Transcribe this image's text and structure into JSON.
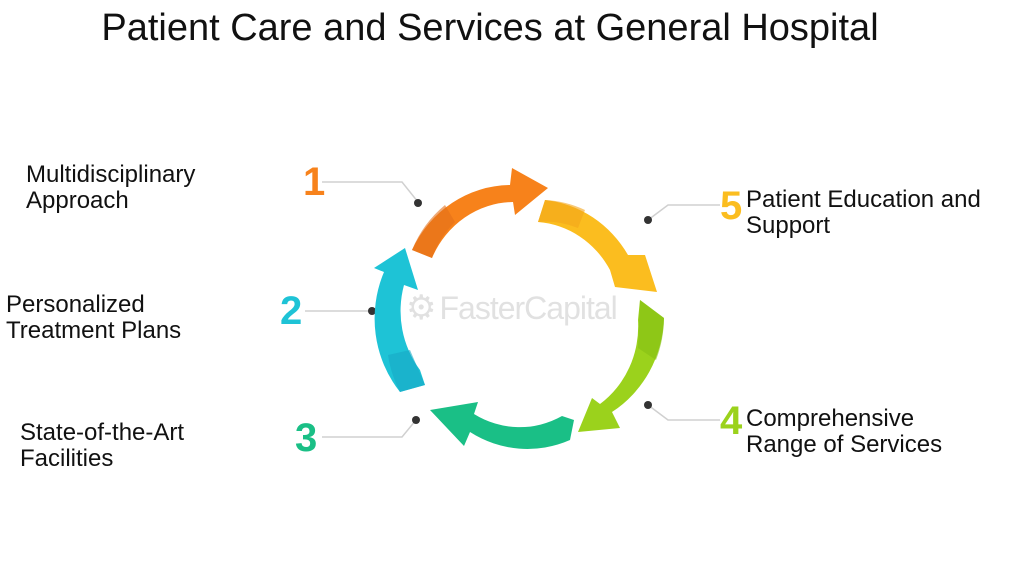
{
  "title": "Patient Care and Services at General Hospital",
  "watermark": "FasterCapital",
  "steps": [
    {
      "number": "1",
      "line1": "Multidisciplinary",
      "line2": "Approach",
      "color": "#f7821b"
    },
    {
      "number": "2",
      "line1": "Personalized",
      "line2": "Treatment Plans",
      "color": "#1ec3d6"
    },
    {
      "number": "3",
      "line1": "State-of-the-Art",
      "line2": "Facilities",
      "color": "#1abf86"
    },
    {
      "number": "4",
      "line1": "Comprehensive",
      "line2": "Range of Services",
      "color": "#9bd21c"
    },
    {
      "number": "5",
      "line1": "Patient Education and",
      "line2": "Support",
      "color": "#fbbd1f"
    }
  ]
}
